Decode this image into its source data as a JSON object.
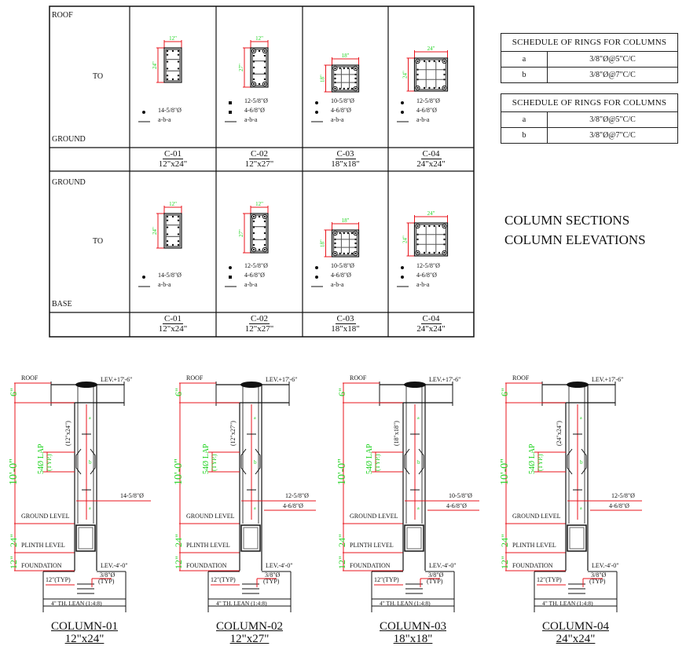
{
  "section_table": {
    "rows": [
      {
        "from_label": "ROOF",
        "to_label": "TO",
        "end_label": "GROUND",
        "columns": [
          {
            "id": "C-01",
            "size": "12\"x24\"",
            "width_dim": "12\"",
            "height_dim": "24\"",
            "legend": [
              {
                "symbol": "dot",
                "text": "14-5/8\"Ø"
              },
              {
                "symbol": "line",
                "text": "a-b-a"
              }
            ]
          },
          {
            "id": "C-02",
            "size": "12\"x27\"",
            "width_dim": "12\"",
            "height_dim": "27\"",
            "legend": [
              {
                "symbol": "square",
                "text": "12-5/8\"Ø"
              },
              {
                "symbol": "square",
                "text": "4-6/8\"Ø"
              },
              {
                "symbol": "line",
                "text": "a-b-a"
              }
            ]
          },
          {
            "id": "C-03",
            "size": "18\"x18\"",
            "width_dim": "18\"",
            "height_dim": "18\"",
            "legend": [
              {
                "symbol": "dot",
                "text": "10-5/8\"Ø"
              },
              {
                "symbol": "dot",
                "text": "4-6/8\"Ø"
              },
              {
                "symbol": "line",
                "text": "a-b-a"
              }
            ]
          },
          {
            "id": "C-04",
            "size": "24\"x24\"",
            "width_dim": "24\"",
            "height_dim": "24\"",
            "legend": [
              {
                "symbol": "dot",
                "text": "12-5/8\"Ø"
              },
              {
                "symbol": "dot",
                "text": "4-6/8\"Ø"
              },
              {
                "symbol": "line",
                "text": "a-b-a"
              }
            ]
          }
        ]
      },
      {
        "from_label": "GROUND",
        "to_label": "TO",
        "end_label": "BASE",
        "columns": [
          {
            "id": "C-01",
            "size": "12\"x24\"",
            "width_dim": "12\"",
            "height_dim": "24\"",
            "legend": [
              {
                "symbol": "dot",
                "text": "14-5/8\"Ø"
              },
              {
                "symbol": "line",
                "text": "a-b-a"
              }
            ]
          },
          {
            "id": "C-02",
            "size": "12\"x27\"",
            "width_dim": "12\"",
            "height_dim": "27\"",
            "legend": [
              {
                "symbol": "dot",
                "text": "12-5/8\"Ø"
              },
              {
                "symbol": "square",
                "text": "4-6/8\"Ø"
              },
              {
                "symbol": "line",
                "text": "a-b-a"
              }
            ]
          },
          {
            "id": "C-03",
            "size": "18\"x18\"",
            "width_dim": "18\"",
            "height_dim": "18\"",
            "legend": [
              {
                "symbol": "dot",
                "text": "10-5/8\"Ø"
              },
              {
                "symbol": "dot",
                "text": "4-6/8\"Ø"
              },
              {
                "symbol": "line",
                "text": "a-b-a"
              }
            ]
          },
          {
            "id": "C-04",
            "size": "24\"x24\"",
            "width_dim": "24\"",
            "height_dim": "24\"",
            "legend": [
              {
                "symbol": "dot",
                "text": "12-5/8\"Ø"
              },
              {
                "symbol": "dot",
                "text": "4-6/8\"Ø"
              },
              {
                "symbol": "line",
                "text": "a-b-a"
              }
            ]
          }
        ]
      }
    ]
  },
  "schedules": [
    {
      "title": "SCHEDULE OF RINGS FOR COLUMNS",
      "rows": [
        {
          "key": "a",
          "value": "3/8\"Ø@5\"C/C"
        },
        {
          "key": "b",
          "value": "3/8\"Ø@7\"C/C"
        }
      ]
    },
    {
      "title": "SCHEDULE OF RINGS FOR COLUMNS",
      "rows": [
        {
          "key": "a",
          "value": "3/8\"Ø@5\"C/C"
        },
        {
          "key": "b",
          "value": "3/8\"Ø@7\"C/C"
        }
      ]
    }
  ],
  "drawing_titles": [
    "COLUMN SECTIONS",
    "COLUMN ELEVATIONS"
  ],
  "elevation_common": {
    "roof": "ROOF",
    "roof_level": "LEV.+17'-6\"",
    "dim_slab": "6\"",
    "dim_height": "10'-0\"",
    "lap": "54Ø LAP",
    "lap_typ": "(TYP.)",
    "ground_level": "GROUND LEVEL",
    "dim_plinth": "24\"",
    "plinth_level": "PLINTH LEVEL",
    "dim_foundation": "12\"",
    "foundation": "FOUNDATION",
    "foundation_level": "LEV.-4'-0\"",
    "footing_typ": "12\"(TYP)",
    "ring_typ_1": "3/8\"Ø",
    "ring_typ_2": "(TYP)",
    "lean": "4\" TH. LEAN (1:4:8)",
    "zone_a": "a",
    "zone_b": "b"
  },
  "elevations": [
    {
      "title": "COLUMN-01",
      "size": "12\"x24\"",
      "size_vertical": "(12\"x24\")",
      "bars": [
        "14-5/8\"Ø"
      ]
    },
    {
      "title": "COLUMN-02",
      "size": "12\"x27\"",
      "size_vertical": "(12\"x27\")",
      "bars": [
        "12-5/8\"Ø",
        "4-6/8\"Ø"
      ]
    },
    {
      "title": "COLUMN-03",
      "size": "18\"x18\"",
      "size_vertical": "(18\"x18\")",
      "bars": [
        "10-5/8\"Ø",
        "4-6/8\"Ø"
      ]
    },
    {
      "title": "COLUMN-04",
      "size": "24\"x24\"",
      "size_vertical": "(24\"x24\")",
      "bars": [
        "12-5/8\"Ø",
        "4-6/8\"Ø"
      ]
    }
  ],
  "colors": {
    "line": "#111111",
    "dimension": "#e8141c",
    "dim_text": "#1ed21e"
  }
}
